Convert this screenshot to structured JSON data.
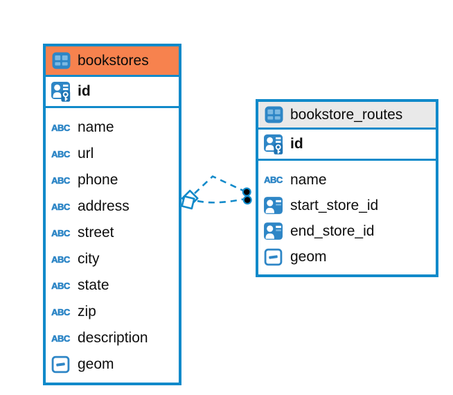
{
  "icons": {
    "text_type_glyph": "ABC"
  },
  "colors": {
    "border_blue": "#118aca",
    "header_orange": "#f7824e",
    "header_gray": "#e9e9e9",
    "icon_blue": "#2e86c6",
    "icon_blue_light": "#7db9e2",
    "text_black": "#0e0e0e",
    "relationship_blue": "#118aca",
    "relationship_dot": "#000000"
  },
  "diagram": {
    "tables": [
      {
        "name": "bookstores",
        "header_color": "#f7824e",
        "primary_key": {
          "name": "id",
          "type_icon": "primary-key-icon"
        },
        "columns": [
          {
            "name": "name",
            "type_icon": "text-icon"
          },
          {
            "name": "url",
            "type_icon": "text-icon"
          },
          {
            "name": "phone",
            "type_icon": "text-icon"
          },
          {
            "name": "address",
            "type_icon": "text-icon"
          },
          {
            "name": "street",
            "type_icon": "text-icon"
          },
          {
            "name": "city",
            "type_icon": "text-icon"
          },
          {
            "name": "state",
            "type_icon": "text-icon"
          },
          {
            "name": "zip",
            "type_icon": "text-icon"
          },
          {
            "name": "description",
            "type_icon": "text-icon"
          },
          {
            "name": "geom",
            "type_icon": "geometry-icon"
          }
        ]
      },
      {
        "name": "bookstore_routes",
        "header_color": "#e9e9e9",
        "primary_key": {
          "name": "id",
          "type_icon": "primary-key-icon"
        },
        "columns": [
          {
            "name": "name",
            "type_icon": "text-icon"
          },
          {
            "name": "start_store_id",
            "type_icon": "reference-icon"
          },
          {
            "name": "end_store_id",
            "type_icon": "reference-icon"
          },
          {
            "name": "geom",
            "type_icon": "geometry-icon"
          }
        ]
      }
    ],
    "relationships": [
      {
        "from_table": "bookstores",
        "to_table": "bookstore_routes",
        "line_style": "dashed",
        "source_marker": "diamond-stack",
        "target_marker": "black-dot"
      },
      {
        "from_table": "bookstores",
        "to_table": "bookstore_routes",
        "line_style": "dashed",
        "source_marker": "diamond-stack",
        "target_marker": "black-dot"
      }
    ]
  }
}
